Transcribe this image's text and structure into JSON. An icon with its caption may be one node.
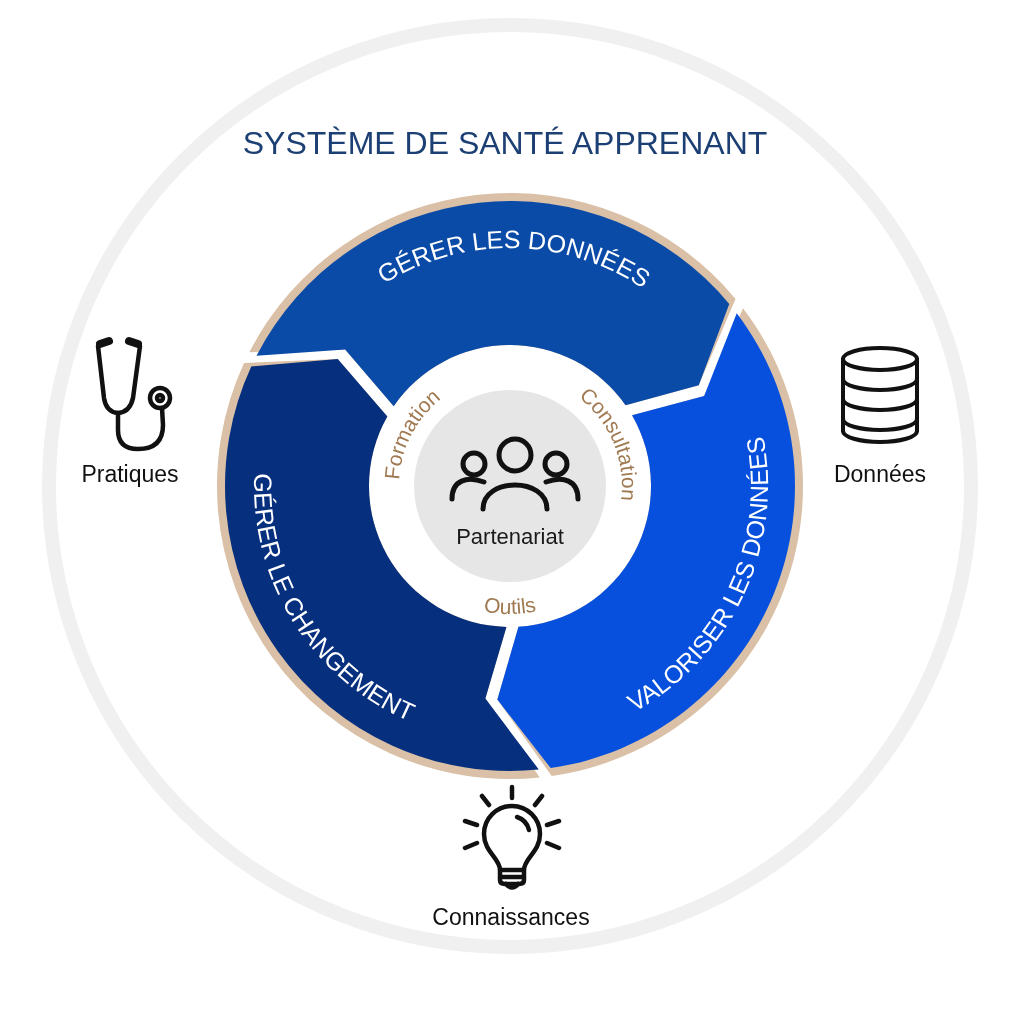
{
  "diagram": {
    "title": "SYSTÈME DE SANTÉ APPRENANT",
    "nodes": [
      {
        "text": [
          "GÉRER LES DONNÉES"
        ]
      },
      {
        "text": [
          "VALORISER LES DONNÉES"
        ]
      },
      {
        "text": [
          "GÉRER LE CHANGEMENT"
        ]
      },
      {
        "text": [
          "Partenariat"
        ]
      }
    ],
    "labels": [
      "Formation",
      "Consultation",
      "Pratiques",
      "Données",
      "Outils",
      "Connaissances"
    ]
  }
}
